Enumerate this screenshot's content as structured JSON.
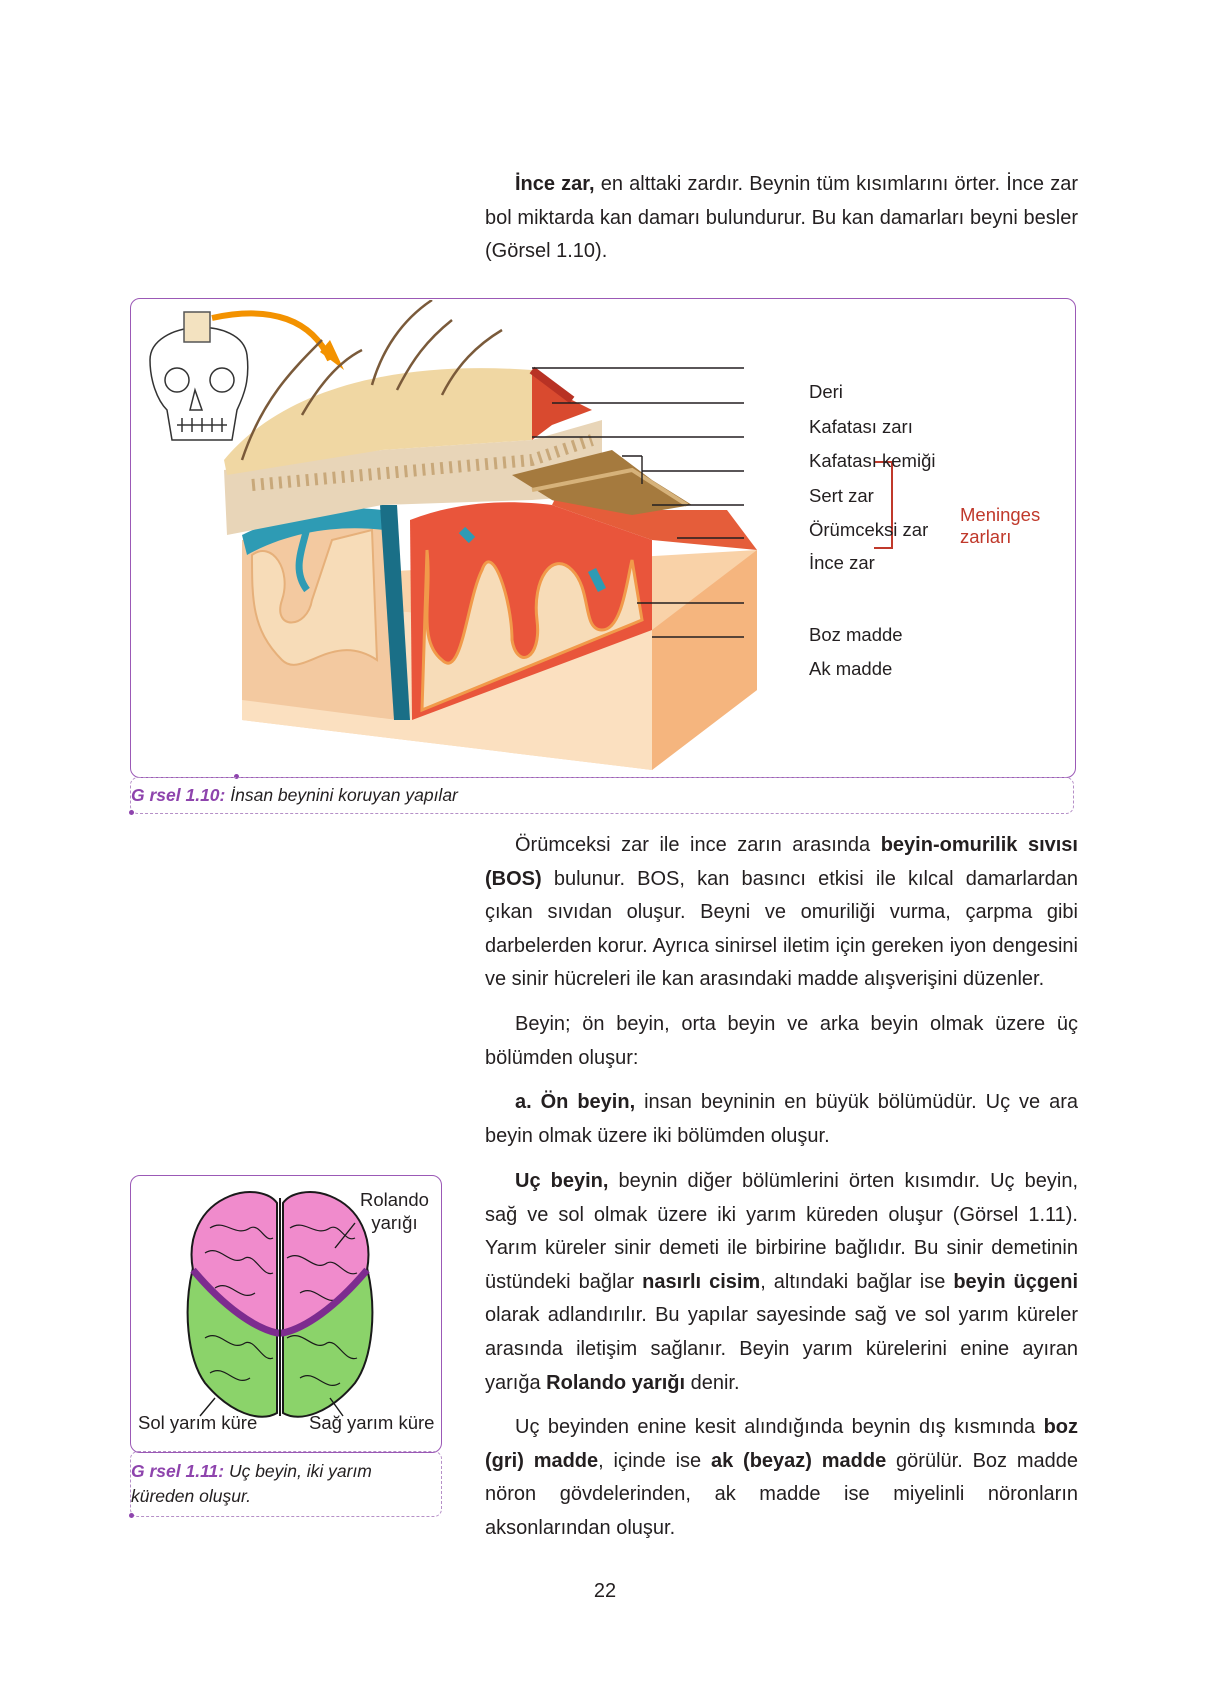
{
  "paragraph1": {
    "bold_lead": "İnce zar,",
    "text": " en alttaki zardır. Beynin tüm kısımlarını örter. İnce zar bol miktarda kan damarı bulundurur. Bu kan damarları beyni besler (Görsel 1.10)."
  },
  "figure1": {
    "labels": {
      "deri": "Deri",
      "kafatasi_zari": "Kafatası zarı",
      "kafatasi_kemigi": "Kafatası kemiği",
      "sert_zar": "Sert zar",
      "orumceksi_zar": "Örümceksi zar",
      "ince_zar": "İnce zar",
      "boz_madde": "Boz madde",
      "ak_madde": "Ak madde",
      "meninges_line1": "Meninges",
      "meninges_line2": "zarları"
    },
    "caption_label": "G rsel 1.10:",
    "caption_text": " İnsan beynini koruyan yapılar"
  },
  "paragraph2": {
    "t1": "Örümceksi zar ile ince zarın arasında ",
    "b1": "beyin-omurilik sıvısı (BOS)",
    "t2": " bulunur. BOS, kan basıncı etkisi ile kılcal damarlardan çıkan sıvıdan oluşur. Beyni ve omuriliği vurma, çarpma gibi darbelerden korur. Ayrıca sinirsel iletim için gereken iyon dengesini ve sinir hücreleri ile kan arasındaki madde alışverişini düzenler."
  },
  "paragraph3": {
    "text": "Beyin; ön beyin, orta beyin ve arka beyin olmak üzere üç bölümden oluşur:"
  },
  "paragraph4": {
    "bold_lead": "a. Ön beyin,",
    "text": " insan beyninin en büyük bölümüdür. Uç ve ara beyin olmak üzere iki bölümden oluşur."
  },
  "paragraph5": {
    "b1": "Uç beyin,",
    "t1": " beynin diğer bölümlerini örten kısımdır. Uç beyin, sağ ve sol olmak üzere iki yarım küreden oluşur (Görsel 1.11). Yarım küreler sinir demeti ile birbirine bağlıdır. Bu sinir demetinin üstündeki bağlar ",
    "b2": "nasırlı cisim",
    "t2": ", altındaki bağlar ise ",
    "b3": "beyin üçgeni",
    "t3": " olarak adlandırılır. Bu yapılar sayesinde sağ ve sol yarım küreler arasında iletişim sağlanır. Beyin yarım kürelerini enine ayıran yarığa ",
    "b4": "Rolando yarığı",
    "t4": " denir."
  },
  "paragraph6": {
    "t1": "Uç beyinden enine kesit alındığında beynin dış kısmında ",
    "b1": "boz (gri) madde",
    "t2": ", içinde ise ",
    "b2": "ak (beyaz) madde",
    "t3": " görülür. Boz madde nöron gövdelerinden, ak madde ise miyelinli nöronların aksonlarından oluşur."
  },
  "figure2": {
    "labels": {
      "rolando_line1": "Rolando",
      "rolando_line2": "yarığı",
      "sol": "Sol yarım küre",
      "sag": "Sağ yarım küre"
    },
    "caption_label": "G rsel 1.11:",
    "caption_text": " Uç beyin, iki yarım küreden oluşur."
  },
  "page_number": "22"
}
